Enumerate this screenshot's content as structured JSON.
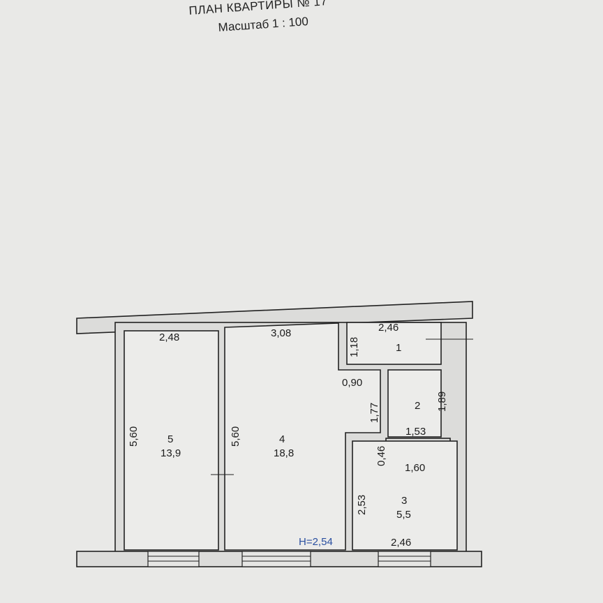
{
  "header": {
    "title": "ПЛАН КВАРТИРЫ № 17",
    "scale": "Масштаб 1 : 100"
  },
  "rooms": [
    {
      "number": "1",
      "area": "",
      "dims": [
        "2,46",
        "1,18"
      ]
    },
    {
      "number": "2",
      "area": "",
      "dims": [
        "1,89",
        "1,53"
      ]
    },
    {
      "number": "3",
      "area": "5,5",
      "dims": [
        "2,53",
        "2,46",
        "1,60"
      ]
    },
    {
      "number": "4",
      "area": "18,8",
      "dims": [
        "3,08",
        "5,60",
        "1,77",
        "0,90"
      ]
    },
    {
      "number": "5",
      "area": "13,9",
      "dims": [
        "2,48",
        "5,60"
      ]
    }
  ],
  "other_dims": {
    "vent_depth": "0,46"
  },
  "ceiling_height": "H=2,54"
}
